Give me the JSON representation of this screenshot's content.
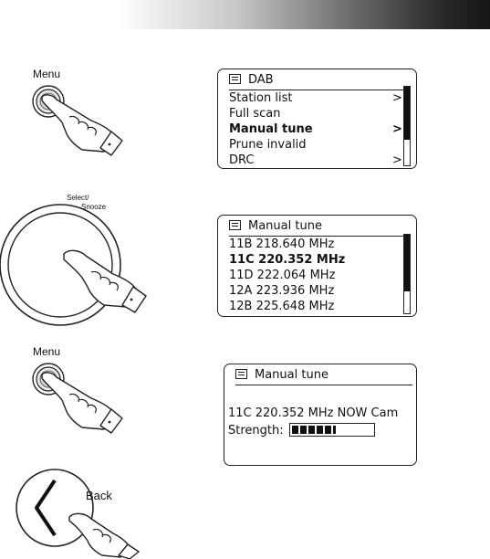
{
  "header": {
    "gradient_colors": [
      "#ffffff",
      "#151515"
    ]
  },
  "steps": [
    {
      "control_label": "Menu",
      "screen": {
        "title": "DAB",
        "rows": [
          {
            "text": "Station list",
            "arrow": ">",
            "bold": false
          },
          {
            "text": "Full scan",
            "arrow": "",
            "bold": false
          },
          {
            "text": "Manual tune",
            "arrow": ">",
            "bold": true
          },
          {
            "text": "Prune invalid",
            "arrow": "",
            "bold": false
          },
          {
            "text": "DRC",
            "arrow": ">",
            "bold": false
          }
        ],
        "scroll_position": 0.55
      }
    },
    {
      "control_label_line1": "Select/",
      "control_label_line2": "Snooze",
      "screen": {
        "title": "Manual tune",
        "rows": [
          {
            "text": "11B 218.640 MHz",
            "bold": false
          },
          {
            "text": "11C 220.352 MHz",
            "bold": true
          },
          {
            "text": "11D 222.064 MHz",
            "bold": false
          },
          {
            "text": "12A 223.936 MHz",
            "bold": false
          },
          {
            "text": "12B 225.648 MHz",
            "bold": false
          }
        ],
        "scroll_position": 0.62
      }
    },
    {
      "control_label": "Menu",
      "screen": {
        "title": "Manual tune",
        "line": "11C 220.352 MHz NOW Cam",
        "strength_label": "Strength:",
        "strength_level": 0.55
      }
    },
    {
      "control_label": "Back"
    }
  ]
}
